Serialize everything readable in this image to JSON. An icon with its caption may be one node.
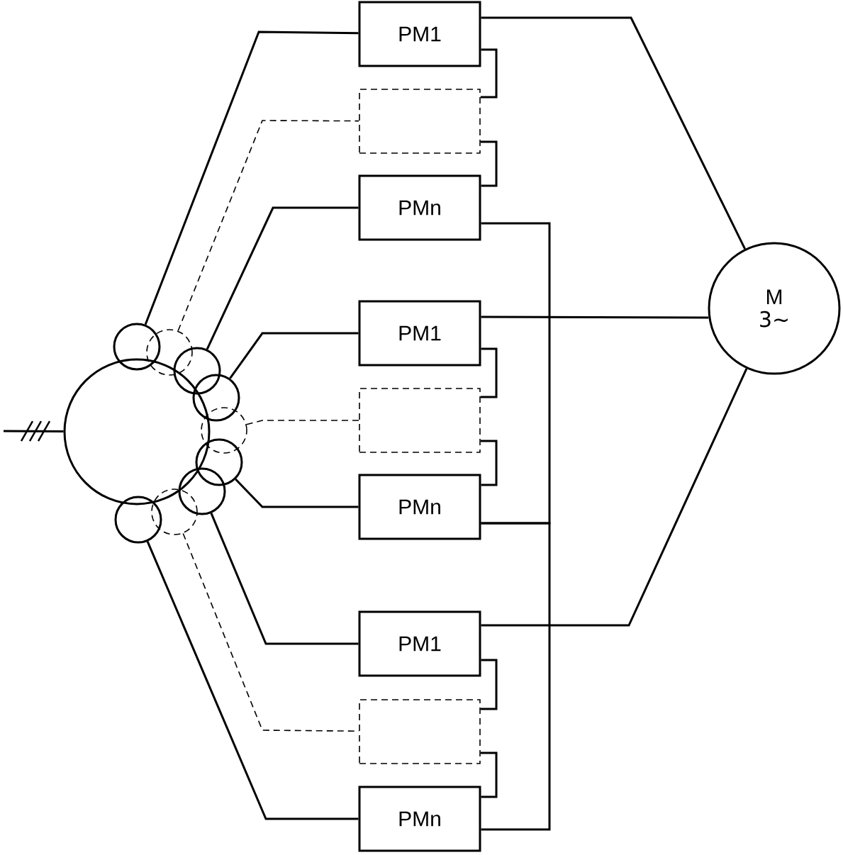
{
  "diagram": {
    "nodes": [
      {
        "text": [],
        "shape": "circle"
      },
      {
        "text": [],
        "shape": "circle"
      },
      {
        "text": [],
        "shape": "circle"
      },
      {
        "text": [],
        "shape": "circle"
      },
      {
        "text": [],
        "shape": "circle"
      },
      {
        "text": [],
        "shape": "circle"
      },
      {
        "text": [],
        "shape": "circle"
      },
      {
        "text": [],
        "shape": "circle"
      },
      {
        "text": [],
        "shape": "circle"
      },
      {
        "text": [],
        "shape": "circle"
      },
      {
        "text": [
          "PM1"
        ]
      },
      {
        "text": [],
        "shape": "box"
      },
      {
        "text": [
          "PMn"
        ]
      },
      {
        "text": [
          "PM1"
        ]
      },
      {
        "text": [],
        "shape": "box"
      },
      {
        "text": [
          "PMn"
        ]
      },
      {
        "text": [
          "PM1"
        ]
      },
      {
        "text": [],
        "shape": "box"
      },
      {
        "text": [
          "PMn"
        ]
      },
      {
        "text": [
          "M",
          "3∼"
        ]
      }
    ],
    "edges": [
      {
        "from": null,
        "to": 0,
        "arrow": "none"
      },
      {
        "from": 1,
        "to": 10,
        "arrow": "none"
      },
      {
        "from": 2,
        "to": 11,
        "arrow": "none",
        "style": "dashed"
      },
      {
        "from": 3,
        "to": 12,
        "arrow": "none"
      },
      {
        "from": 4,
        "to": 13,
        "arrow": "none"
      },
      {
        "from": 5,
        "to": 14,
        "arrow": "none",
        "style": "dashed"
      },
      {
        "from": 6,
        "to": 15,
        "arrow": "none"
      },
      {
        "from": 7,
        "to": 16,
        "arrow": "none"
      },
      {
        "from": 8,
        "to": 17,
        "arrow": "none",
        "style": "dashed"
      },
      {
        "from": 9,
        "to": 18,
        "arrow": "none"
      },
      {
        "from": 10,
        "to": 11,
        "arrow": "none"
      },
      {
        "from": 11,
        "to": 12,
        "arrow": "none"
      },
      {
        "from": 13,
        "to": 14,
        "arrow": "none"
      },
      {
        "from": 14,
        "to": 15,
        "arrow": "none"
      },
      {
        "from": 16,
        "to": 17,
        "arrow": "none"
      },
      {
        "from": 17,
        "to": 18,
        "arrow": "none"
      },
      {
        "from": 10,
        "to": 19,
        "arrow": "none"
      },
      {
        "from": 13,
        "to": 19,
        "arrow": "none"
      },
      {
        "from": 16,
        "to": 19,
        "arrow": "none"
      },
      {
        "from": 12,
        "to": 15,
        "arrow": "none"
      },
      {
        "from": 15,
        "to": 18,
        "arrow": "none"
      }
    ]
  }
}
